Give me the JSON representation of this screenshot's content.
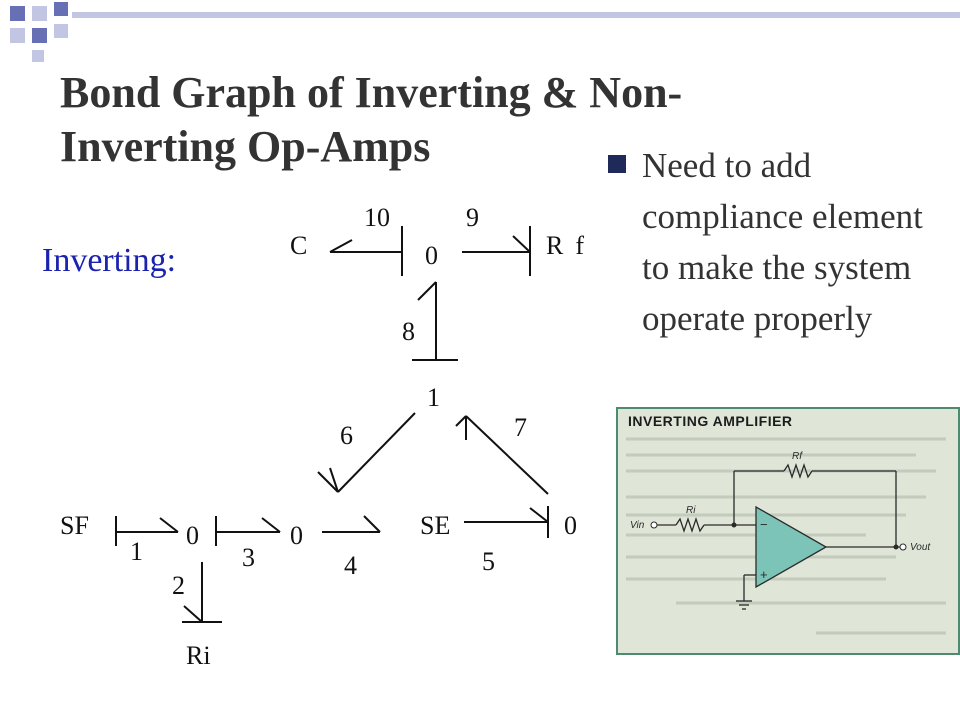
{
  "slide": {
    "title": "Bond Graph of Inverting & Non-Inverting Op-Amps",
    "section_label": "Inverting:",
    "bullet": "Need to add compliance element to make the system operate properly"
  },
  "colors": {
    "title_text": "#333333",
    "label_blue": "#1a22b0",
    "bullet_square": "#1f2a5a",
    "deco_blue": "#6870b5",
    "deco_light": "#c2c6e2",
    "photo_bg": "#dfe6d8",
    "photo_frame": "#4d8a6f"
  },
  "bond_graph": {
    "elements": {
      "C": "C",
      "Rf": "Rf",
      "SF": "SF",
      "SE": "SE",
      "Ri": "Ri",
      "j0_top": "0",
      "j1_mid": "1",
      "j0_left": "0",
      "j0_center": "0",
      "j0_right": "0"
    },
    "bond_numbers": {
      "b1": "1",
      "b2": "2",
      "b3": "3",
      "b4": "4",
      "b5": "5",
      "b6": "6",
      "b7": "7",
      "b8": "8",
      "b9": "9",
      "b10": "10"
    }
  },
  "photo": {
    "title": "INVERTING AMPLIFIER",
    "labels": {
      "rf": "Rf",
      "ri": "Ri",
      "vin": "Vin",
      "vout": "Vout",
      "minus": "−",
      "plus": "+"
    }
  }
}
